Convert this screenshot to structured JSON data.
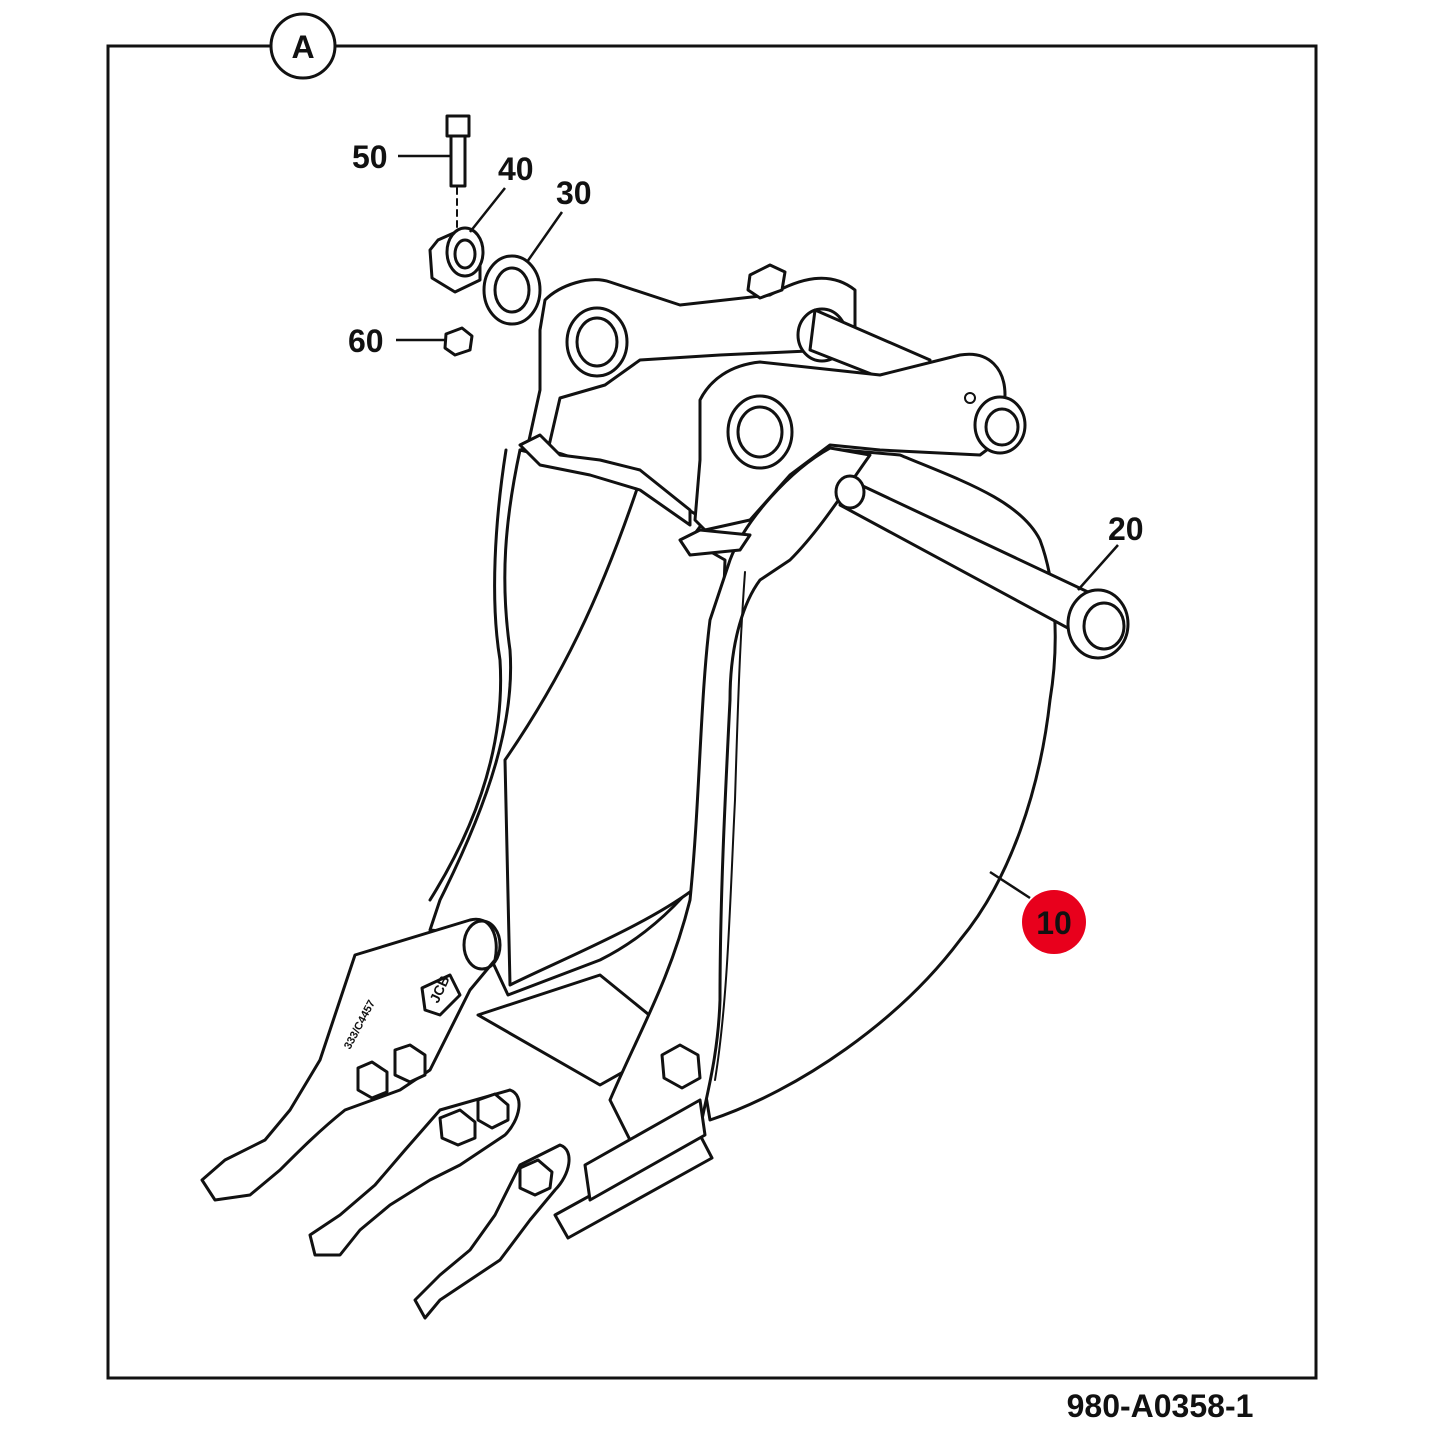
{
  "view_label": "A",
  "drawing_number": "980-A0358-1",
  "highlight_color": "#e8001c",
  "callouts": {
    "pin": "20",
    "washer": "30",
    "collar": "40",
    "bolt": "50",
    "nut": "60",
    "bucket": "10"
  },
  "highlighted_callout": "10",
  "brand_mark": "JCB",
  "tooth_part_number": "333/C4457"
}
